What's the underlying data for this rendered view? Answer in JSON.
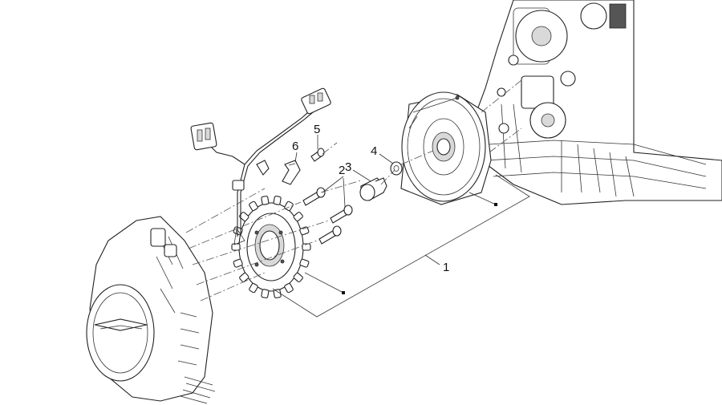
{
  "callouts": [
    {
      "id": "1",
      "text": "1",
      "part": "alternator-assembly"
    },
    {
      "id": "2",
      "text": "2",
      "part": "screw-long"
    },
    {
      "id": "3",
      "text": "3",
      "part": "flywheel-nut"
    },
    {
      "id": "4",
      "text": "4",
      "part": "washer"
    },
    {
      "id": "5",
      "text": "5",
      "part": "screw-short"
    },
    {
      "id": "6",
      "text": "6",
      "part": "cable-clamp"
    }
  ],
  "colors": {
    "line": "#222222",
    "background": "#ffffff",
    "shade": "#d9d9d9"
  }
}
